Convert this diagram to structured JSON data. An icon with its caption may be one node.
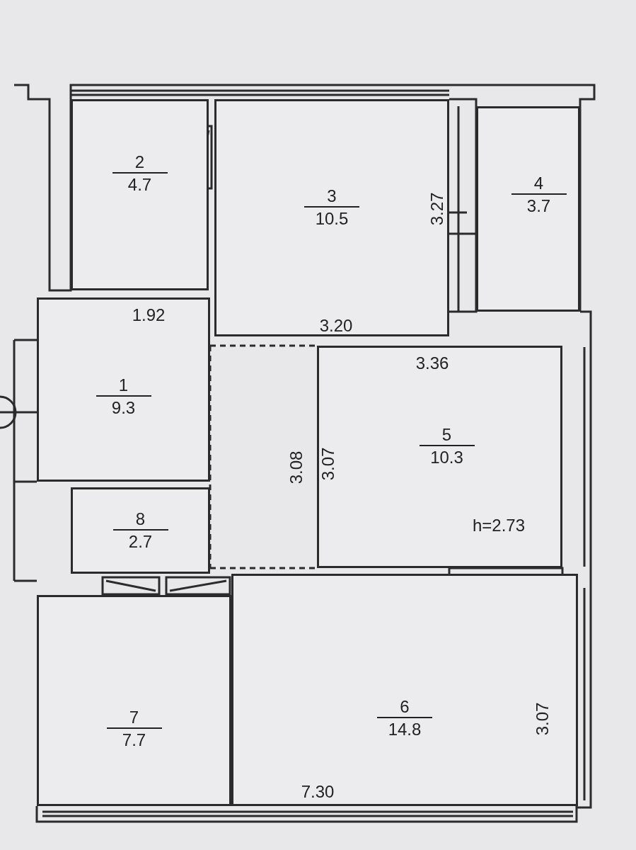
{
  "diagram": {
    "nodes": [
      {
        "text": [
          "2",
          "4.7"
        ]
      },
      {
        "text": [
          "3",
          "10.5"
        ]
      },
      {
        "text": [
          "4",
          "3.7"
        ]
      },
      {
        "text": [
          "1",
          "9.3"
        ]
      },
      {
        "text": [
          "5",
          "10.3"
        ]
      },
      {
        "text": [
          "8",
          "2.7"
        ]
      },
      {
        "text": [
          "7",
          "7.7"
        ]
      },
      {
        "text": [
          "6",
          "14.8"
        ]
      }
    ],
    "labels": [
      "3.27",
      "1.92",
      "3.20",
      "3.36",
      "3.08",
      "3.07",
      "h=2.73",
      "3.07",
      "7.30"
    ]
  }
}
